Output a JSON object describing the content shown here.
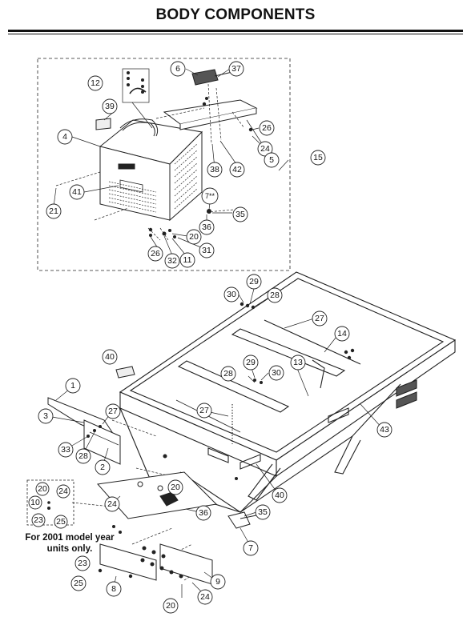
{
  "page": {
    "title": "BODY COMPONENTS"
  },
  "note": {
    "line1": "For 2001 model year",
    "line2": "units only."
  },
  "callouts": [
    "6",
    "37",
    "12",
    "39",
    "26",
    "4",
    "24",
    "5",
    "42",
    "38",
    "15",
    "41",
    "7**",
    "21",
    "35",
    "36",
    "20",
    "31",
    "26",
    "32",
    "11",
    "29",
    "30",
    "28",
    "27",
    "14",
    "40",
    "29",
    "30",
    "28",
    "13",
    "1",
    "27",
    "3",
    "33",
    "28",
    "2",
    "43",
    "20",
    "24",
    "20",
    "24",
    "10",
    "25",
    "36",
    "40",
    "35",
    "23",
    "7",
    "23",
    "25",
    "8",
    "9",
    "20",
    "24"
  ]
}
